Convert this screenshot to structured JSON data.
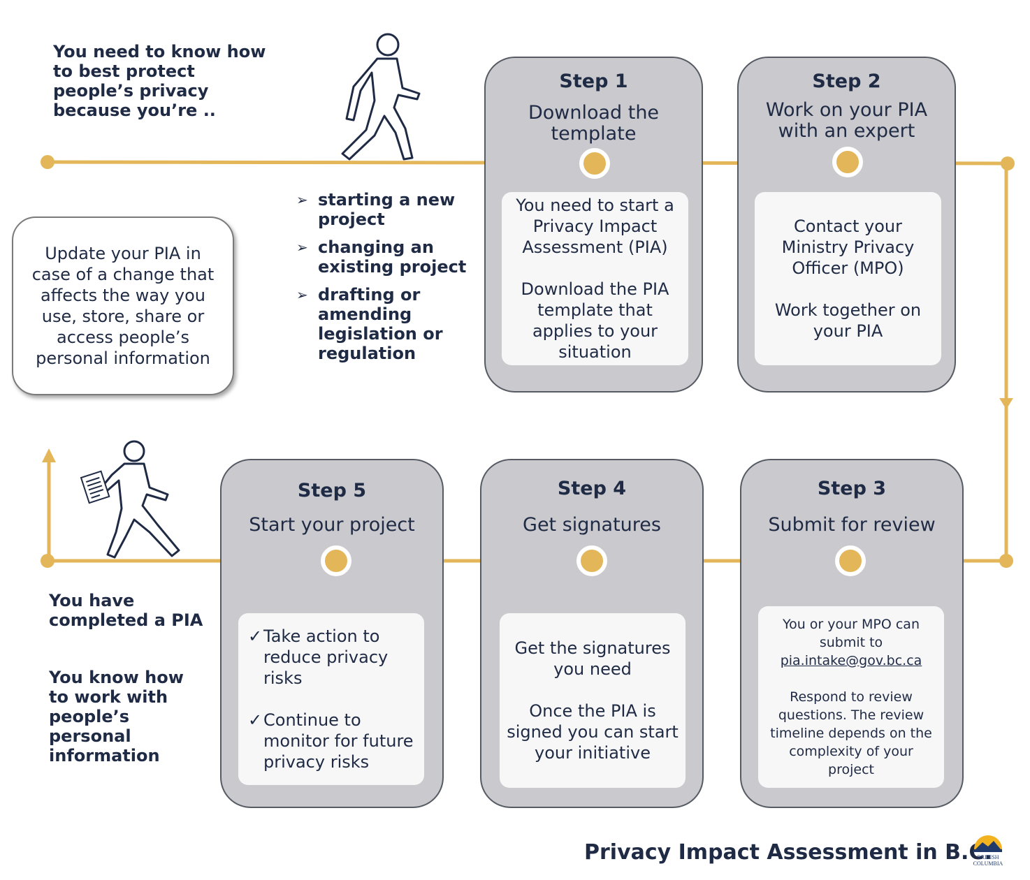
{
  "intro": {
    "text_lines": [
      "You need to know how",
      "to best protect",
      "people’s privacy",
      "because you’re .."
    ]
  },
  "bullets": [
    {
      "icon": "arrowhead-bullet-icon",
      "lines": [
        "starting a new",
        "project"
      ]
    },
    {
      "icon": "arrowhead-bullet-icon",
      "lines": [
        "changing an",
        "existing project"
      ]
    },
    {
      "icon": "arrowhead-bullet-icon",
      "lines": [
        "drafting or",
        "amending",
        "legislation or",
        "regulation"
      ]
    }
  ],
  "update_box": {
    "lines": [
      "Update your PIA in",
      "case of a change that",
      "affects the way you",
      "use, store, share or",
      "access people’s",
      "personal information"
    ]
  },
  "steps": {
    "step1": {
      "label": "Step 1",
      "title_lines": [
        "Download the",
        "template"
      ],
      "para1": [
        "You need to start a",
        "Privacy Impact",
        "Assessment (PIA)"
      ],
      "para2": [
        "Download the PIA",
        "template that",
        "applies to your",
        "situation"
      ]
    },
    "step2": {
      "label": "Step 2",
      "title_lines": [
        "Work on your PIA",
        "with an expert"
      ],
      "para1": [
        "Contact your",
        "Ministry Privacy",
        "Officer (MPO)"
      ],
      "para2": [
        "Work together on",
        "your PIA"
      ]
    },
    "step3": {
      "label": "Step 3",
      "title": "Submit for review",
      "para1": [
        "You or your MPO can",
        "submit to"
      ],
      "email": "pia.intake@gov.bc.ca",
      "para2": [
        "Respond to review",
        "questions. The review",
        "timeline depends on the",
        "complexity of your",
        "project"
      ]
    },
    "step4": {
      "label": "Step 4",
      "title": "Get signatures",
      "para1": [
        "Get the signatures",
        "you need"
      ],
      "para2": [
        "Once the PIA is",
        "signed you can start",
        "your initiative"
      ]
    },
    "step5": {
      "label": "Step 5",
      "title": "Start your project",
      "check_icon": "✓",
      "items": [
        [
          "Take action to",
          "reduce privacy",
          "risks"
        ],
        [
          "Continue to",
          "monitor for future",
          "privacy risks"
        ]
      ]
    }
  },
  "completed": {
    "line1": [
      "You have",
      "completed a PIA"
    ],
    "line2": [
      "You know how",
      "to work with",
      "people’s",
      "personal",
      "information"
    ]
  },
  "footer": {
    "title": "Privacy Impact Assessment in B.C.",
    "logo_text": [
      "BRITISH",
      "COLUMBIA"
    ]
  },
  "colors": {
    "timeline": "#e2b659",
    "card_fill": "#c9c9ce",
    "card_border": "#555a63",
    "text": "#1f2a44"
  },
  "icons": {
    "walking_person": "walking-person-icon",
    "walking_person_document": "walking-person-with-document-icon"
  }
}
